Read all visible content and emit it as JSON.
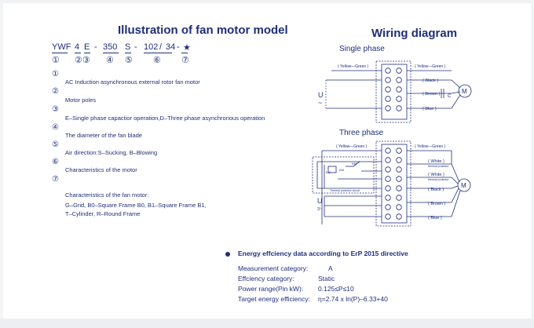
{
  "titles": {
    "model": "Illustration of fan motor model",
    "wiring": "Wiring diagram"
  },
  "model_code": [
    "YWF",
    "4",
    "E",
    "-",
    "350",
    "S",
    "-",
    "102",
    "/",
    "34",
    "-",
    "★"
  ],
  "model_numbers": [
    "①",
    "②③",
    "④",
    "⑤",
    "⑥",
    "⑦"
  ],
  "items": [
    {
      "num": "①",
      "text": "AC Induction asynchronous external rotor fan motor"
    },
    {
      "num": "②",
      "text": "Motor poles"
    },
    {
      "num": "③",
      "text": "E–Single phase capactior operation,D–Three phase asynchronous operation"
    },
    {
      "num": "④",
      "text": "The diameter of the fan blade"
    },
    {
      "num": "⑤",
      "text": "Air direction:S–Sucking, B–Blowing"
    },
    {
      "num": "⑥",
      "text": "Characteristics of the motor"
    },
    {
      "num": "⑦",
      "text": "Characteristics of the fan motor:"
    }
  ],
  "item7_lines": [
    "G–Grid, B0–Square Frame B0, B1–Square Frame B1,",
    "T–Cylinder, R–Round Frame"
  ],
  "wiring": {
    "single_phase_label": "Single phase",
    "three_phase_label": "Three phase",
    "single": {
      "left_tag": "( Yellow—Green )",
      "right_tag": "( Yellow—Green )",
      "wires": [
        "( Black )",
        "( Brown )",
        "( Blue )"
      ],
      "cap": "C",
      "motor": "M",
      "u": "U",
      "tilde": "~"
    },
    "three": {
      "left_tag": "( Yellow—Green )",
      "right_tag": "( Yellow—Green )",
      "wires": [
        "( White )",
        "( White )",
        "( Black )",
        "( Brown )",
        "( Blue )"
      ],
      "white_notes": [
        "thermal protector",
        "thermal protector"
      ],
      "km_labels": [
        "KM",
        "KM",
        "KM"
      ],
      "box_note": "Thermal protector circuit",
      "motor": "M",
      "u": "U",
      "u_sub": "3~"
    }
  },
  "erp": {
    "title": "Energy effciency data according to ErP 2015 directive",
    "rows": [
      {
        "label": "Measurement category:",
        "value": "A"
      },
      {
        "label": "Effciency category:",
        "value": "Static"
      },
      {
        "label": "Power range(Pin kW):",
        "value": "0.125≤P≤10"
      },
      {
        "label": "Target energy efficiency:",
        "value": "η=2.74 x ln(P)–6.33+40"
      }
    ]
  },
  "colors": {
    "ink": "#1f2f7a",
    "background": "#ffffff"
  }
}
